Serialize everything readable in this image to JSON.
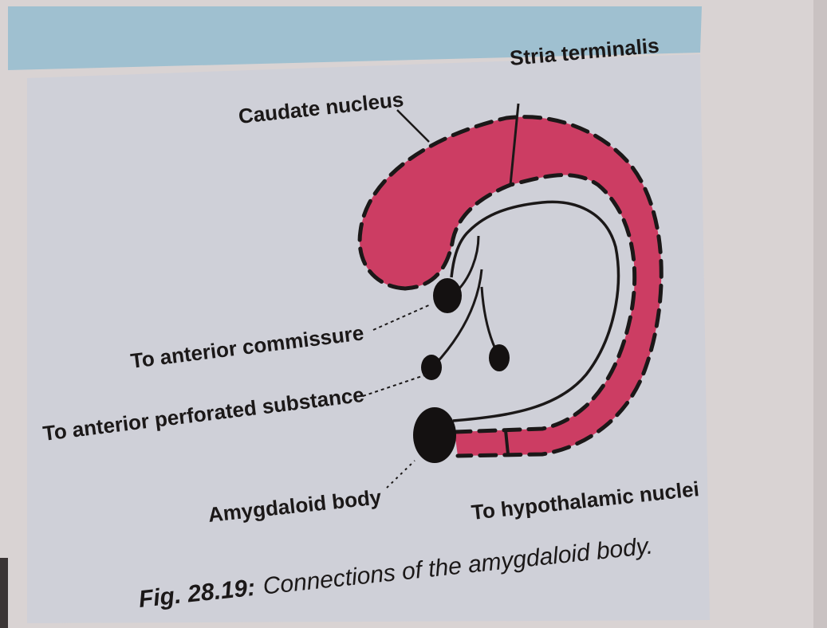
{
  "labels": {
    "stria_terminalis": "Stria terminalis",
    "caudate_nucleus": "Caudate nucleus",
    "anterior_commissure": "To anterior commissure",
    "anterior_perforated": "To anterior perforated substance",
    "amygdaloid_body": "Amygdaloid body",
    "hypothalamic_nuclei": "To hypothalamic nuclei"
  },
  "caption": {
    "figure_number": "Fig. 28.19:",
    "text": "Connections of the amygdaloid body."
  },
  "colors": {
    "page": "#d9d3d3",
    "panel": "#cfcfd6",
    "header_band": "#9fc0d0",
    "caudate": "#cc3d63",
    "ink": "#1b1818"
  }
}
